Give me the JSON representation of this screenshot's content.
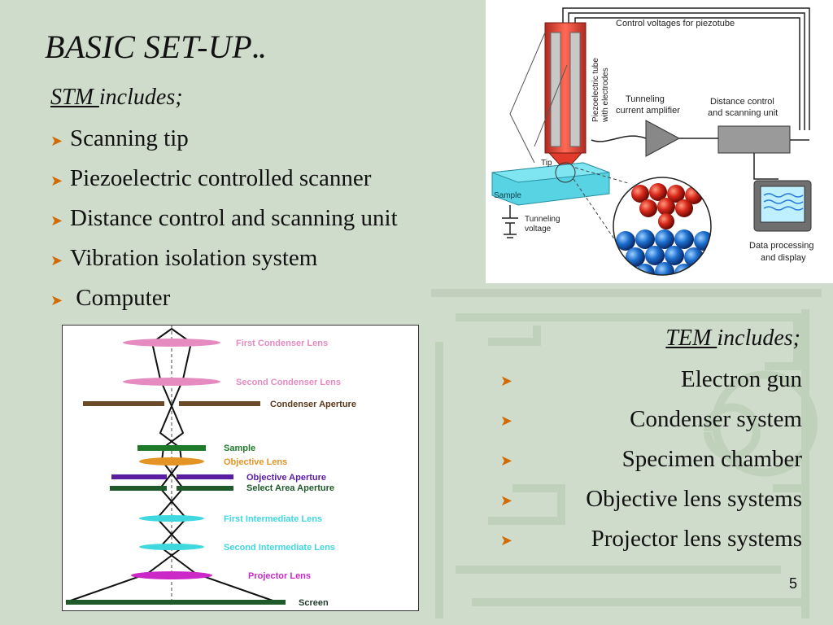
{
  "slide": {
    "title": "BASIC SET-UP",
    "title_suffix": "..",
    "page_number": "5"
  },
  "stm": {
    "label": "STM ",
    "suffix": "includes;",
    "items": [
      "Scanning tip",
      "Piezoelectric controlled scanner",
      "Distance control and scanning unit",
      "Vibration isolation system",
      " Computer"
    ]
  },
  "tem": {
    "label": "TEM ",
    "suffix": " includes;",
    "items": [
      "Electron gun",
      "Condenser system",
      "Specimen chamber",
      "Objective lens systems",
      "Projector lens systems"
    ]
  },
  "stm_diagram": {
    "control_voltages": "Control voltages for piezotube",
    "piezo_tube_line1": "Piezoelectric tube",
    "piezo_tube_line2": "with electrodes",
    "amp_line1": "Tunneling",
    "amp_line2": "current amplifier",
    "dist_line1": "Distance control",
    "dist_line2": "and scanning unit",
    "tip": "Tip",
    "sample": "Sample",
    "tv_line1": "Tunneling",
    "tv_line2": "voltage",
    "data_line1": "Data processing",
    "data_line2": "and display"
  },
  "tem_diagram": {
    "labels": {
      "first_condenser": "First Condenser Lens",
      "second_condenser": "Second Condenser Lens",
      "condenser_aperture": "Condenser Aperture",
      "sample": "Sample",
      "objective_lens": "Objective Lens",
      "objective_aperture": "Objective Aperture",
      "select_area_aperture": "Select Area Aperture",
      "first_intermediate": "First Intermediate Lens",
      "second_intermediate": "Second Intermediate Lens",
      "projector_lens": "Projector Lens",
      "screen": "Screen"
    }
  },
  "colors": {
    "background": "#cfdccb",
    "bullet_arrow": "#d16a00",
    "pink_lens": "#e58bc0",
    "cyan_lens": "#3fd8df",
    "magenta_lens": "#cc28c8",
    "orange_lens": "#e39425",
    "green_bar": "#1e7a2a",
    "purple_bar": "#5a1ca0",
    "brown_bar": "#6b4a2a",
    "tip_red": "#e23b2b",
    "sample_cyan": "#57d3e4"
  }
}
